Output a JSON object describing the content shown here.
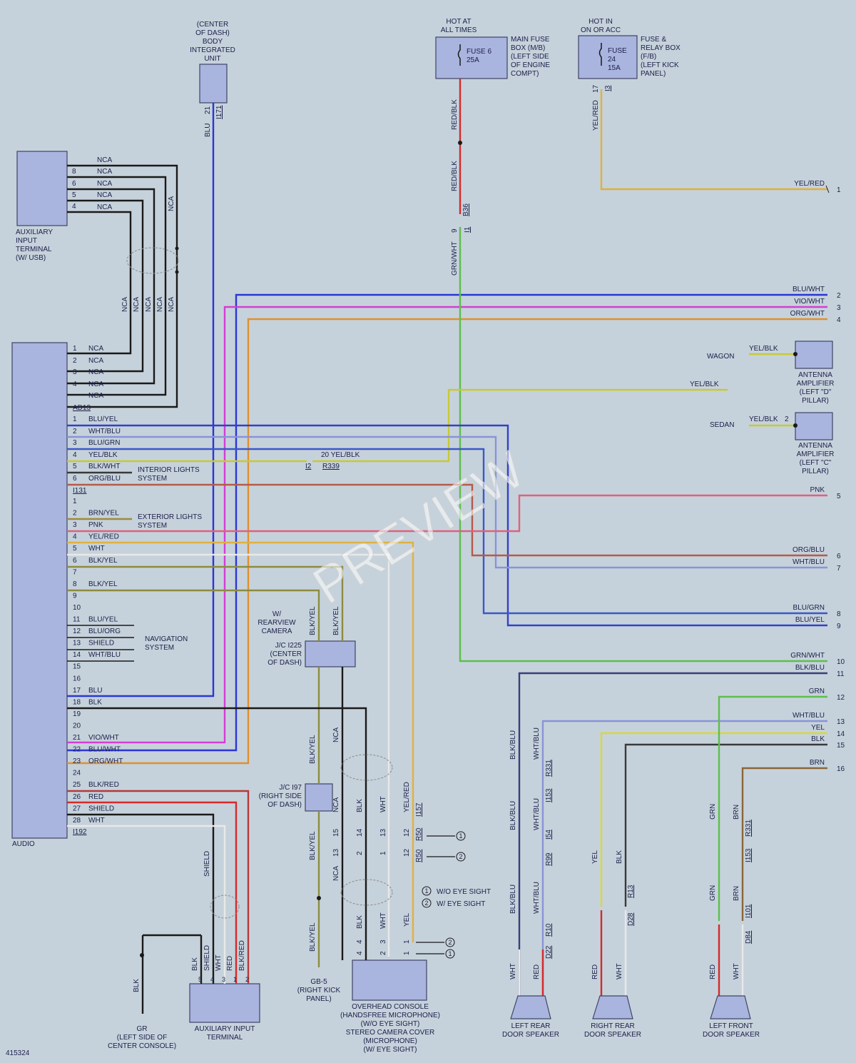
{
  "diagram_id": "415324",
  "watermark": "PREVIEW",
  "top": {
    "body_unit": [
      "(CENTER",
      "OF DASH)",
      "BODY",
      "INTEGRATED",
      "UNIT"
    ],
    "hot_all_times": [
      "HOT AT",
      "ALL TIMES"
    ],
    "hot_on_acc": [
      "HOT IN",
      "ON OR ACC"
    ],
    "fuse6": [
      "FUSE 6",
      "25A"
    ],
    "fuse24": [
      "FUSE",
      "24",
      "15A"
    ],
    "main_fuse_box": [
      "MAIN FUSE",
      "BOX (M/B)",
      "(LEFT SIDE",
      "OF ENGINE",
      "COMPT)"
    ],
    "fuse_relay_box": [
      "FUSE &",
      "RELAY BOX",
      "(F/B)",
      "(LEFT KICK",
      "PANEL)"
    ],
    "blu_pin": "21",
    "i171": "I171",
    "red_blk": "RED/BLK",
    "b36": "B36",
    "i1": "I1",
    "grn_wht": "GRN/WHT",
    "pin9": "9",
    "yel_red": "YEL/RED",
    "pin17": "17",
    "i3": "I3"
  },
  "aux_terminal": {
    "label": [
      "AUXILIARY",
      "INPUT",
      "TERMINAL",
      "(W/ USB)"
    ],
    "pins": [
      "",
      "8",
      "6",
      "5",
      "4"
    ],
    "nca": "NCA"
  },
  "audio": {
    "label": "AUDIO",
    "ad13": "AD13",
    "i131": "I131",
    "i192": "I192",
    "ad13_pins": [
      {
        "n": "1",
        "w": "NCA"
      },
      {
        "n": "2",
        "w": "NCA"
      },
      {
        "n": "3",
        "w": "NCA"
      },
      {
        "n": "4",
        "w": "NCA"
      },
      {
        "n": "",
        "w": "NCA"
      }
    ],
    "i131_pins": [
      {
        "n": "1",
        "w": "BLU/YEL"
      },
      {
        "n": "2",
        "w": "WHT/BLU"
      },
      {
        "n": "3",
        "w": "BLU/GRN"
      },
      {
        "n": "4",
        "w": "YEL/BLK"
      },
      {
        "n": "5",
        "w": "BLK/WHT"
      },
      {
        "n": "6",
        "w": "ORG/BLU"
      }
    ],
    "i192_pins": [
      {
        "n": "1",
        "w": ""
      },
      {
        "n": "2",
        "w": "BRN/YEL"
      },
      {
        "n": "3",
        "w": "PNK"
      },
      {
        "n": "4",
        "w": "YEL/RED"
      },
      {
        "n": "5",
        "w": "WHT"
      },
      {
        "n": "6",
        "w": "BLK/YEL"
      },
      {
        "n": "7",
        "w": ""
      },
      {
        "n": "8",
        "w": "BLK/YEL"
      },
      {
        "n": "9",
        "w": ""
      },
      {
        "n": "10",
        "w": ""
      },
      {
        "n": "11",
        "w": "BLU/YEL"
      },
      {
        "n": "12",
        "w": "BLU/ORG"
      },
      {
        "n": "13",
        "w": "SHIELD"
      },
      {
        "n": "14",
        "w": "WHT/BLU"
      },
      {
        "n": "15",
        "w": ""
      },
      {
        "n": "16",
        "w": ""
      },
      {
        "n": "17",
        "w": "BLU"
      },
      {
        "n": "18",
        "w": "BLK"
      },
      {
        "n": "19",
        "w": ""
      },
      {
        "n": "20",
        "w": ""
      },
      {
        "n": "21",
        "w": "VIO/WHT"
      },
      {
        "n": "22",
        "w": "BLU/WHT"
      },
      {
        "n": "23",
        "w": "ORG/WHT"
      },
      {
        "n": "24",
        "w": ""
      },
      {
        "n": "25",
        "w": "BLK/RED"
      },
      {
        "n": "26",
        "w": "RED"
      },
      {
        "n": "27",
        "w": "SHIELD"
      },
      {
        "n": "28",
        "w": "WHT"
      }
    ],
    "interior_lights": [
      "INTERIOR LIGHTS",
      "SYSTEM"
    ],
    "exterior_lights": [
      "EXTERIOR LIGHTS",
      "SYSTEM"
    ],
    "navigation": [
      "NAVIGATION",
      "SYSTEM"
    ],
    "yel_blk_20": "20  YEL/BLK",
    "i2": "I2",
    "r339": "R339"
  },
  "right_terminals": [
    {
      "n": "1",
      "w": "YEL/RED"
    },
    {
      "n": "2",
      "w": "BLU/WHT"
    },
    {
      "n": "3",
      "w": "VIO/WHT"
    },
    {
      "n": "4",
      "w": "ORG/WHT"
    },
    {
      "n": "5",
      "w": "PNK"
    },
    {
      "n": "6",
      "w": "ORG/BLU"
    },
    {
      "n": "7",
      "w": "WHT/BLU"
    },
    {
      "n": "8",
      "w": "BLU/GRN"
    },
    {
      "n": "9",
      "w": "BLU/YEL"
    },
    {
      "n": "10",
      "w": "GRN/WHT"
    },
    {
      "n": "11",
      "w": "BLK/BLU"
    },
    {
      "n": "12",
      "w": "GRN"
    },
    {
      "n": "13",
      "w": "WHT/BLU"
    },
    {
      "n": "14",
      "w": "YEL"
    },
    {
      "n": "15",
      "w": "BLK"
    },
    {
      "n": "16",
      "w": "BRN"
    }
  ],
  "antenna": {
    "wagon": "WAGON",
    "sedan": "SEDAN",
    "yel_blk": "YEL/BLK",
    "pin2": "2",
    "amp_d": [
      "ANTENNA",
      "AMPLIFIER",
      "(LEFT \"D\"",
      "PILLAR)"
    ],
    "amp_c": [
      "ANTENNA",
      "AMPLIFIER",
      "(LEFT \"C\"",
      "PILLAR)"
    ]
  },
  "camera": {
    "w_rear_camera": [
      "W/",
      "REARVIEW",
      "CAMERA"
    ],
    "blk_yel": "BLK/YEL",
    "jc_i225": [
      "J/C I225",
      "(CENTER",
      "OF DASH)"
    ],
    "jc_i97": [
      "J/C I97",
      "(RIGHT SIDE",
      "OF DASH)"
    ],
    "gb5": [
      "GB-5",
      "(RIGHT KICK",
      "PANEL)"
    ],
    "nca": "NCA"
  },
  "overhead": {
    "label": [
      "OVERHEAD CONSOLE",
      "(HANDSFREE MICROPHONE)",
      "(W/O EYE SIGHT)",
      "STEREO CAMERA COVER",
      "(MICROPHONE)",
      "(W/ EYE SIGHT)"
    ],
    "wires_top": [
      "NCA",
      "BLK",
      "WHT",
      "YEL/RED"
    ],
    "i157": "I157",
    "pins_a": [
      "15",
      "14",
      "13",
      "12"
    ],
    "pins_b": [
      "13",
      "2",
      "1",
      "12"
    ],
    "r50": "R50",
    "wires_bot": [
      "BLK",
      "WHT",
      "YEL"
    ],
    "pins_bot": [
      "4",
      "3",
      "2",
      "1"
    ],
    "pins_bot2": [
      "1"
    ],
    "legend": [
      "W/O EYE SIGHT",
      "W/ EYE SIGHT"
    ],
    "circle1": "1",
    "circle2": "2"
  },
  "aux_input": {
    "label": [
      "AUXILIARY INPUT",
      "TERMINAL"
    ],
    "shield": "SHIELD",
    "wires": [
      "BLK",
      "SHIELD",
      "WHT",
      "RED",
      "BLK/RED"
    ],
    "pins": [
      "5",
      "4",
      "3",
      "1",
      "2"
    ],
    "gr": [
      "GR",
      "(LEFT SIDE OF",
      "CENTER CONSOLE)"
    ],
    "blk": "BLK"
  },
  "speakers": {
    "left_rear": {
      "label": [
        "LEFT REAR",
        "DOOR SPEAKER"
      ],
      "wires": [
        "BLK/BLU",
        "WHT/BLU"
      ],
      "r331": "R331",
      "i153": "I153",
      "i54": "I54",
      "r99": "R99",
      "r10": "R10",
      "d22": "D22",
      "bottom": [
        "WHT",
        "RED"
      ]
    },
    "right_rear": {
      "label": [
        "RIGHT REAR",
        "DOOR SPEAKER"
      ],
      "wires": [
        "YEL",
        "BLK"
      ],
      "r13": "R13",
      "d28": "D28",
      "bottom": [
        "RED",
        "WHT"
      ]
    },
    "left_front": {
      "label": [
        "LEFT FRONT",
        "DOOR SPEAKER"
      ],
      "wires": [
        "GRN",
        "BRN"
      ],
      "r331": "R331",
      "i153": "I153",
      "i101": "I101",
      "d84": "D84",
      "bottom": [
        "RED",
        "WHT"
      ]
    }
  },
  "colors": {
    "blue": "#2a36d6",
    "violet": "#d33ed3",
    "orange": "#e0902e",
    "yellow": "#d8d83a",
    "green": "#5cbf4c",
    "red": "#d52a2a",
    "pink": "#e0607e",
    "brown": "#8b6638",
    "black": "#1a1a1a",
    "white_wire": "#e8e8e8",
    "orgblu": "#b55a4a",
    "whtblu": "#8a93d8",
    "blugrn": "#3a58c8",
    "bluyel": "#3440c8"
  }
}
